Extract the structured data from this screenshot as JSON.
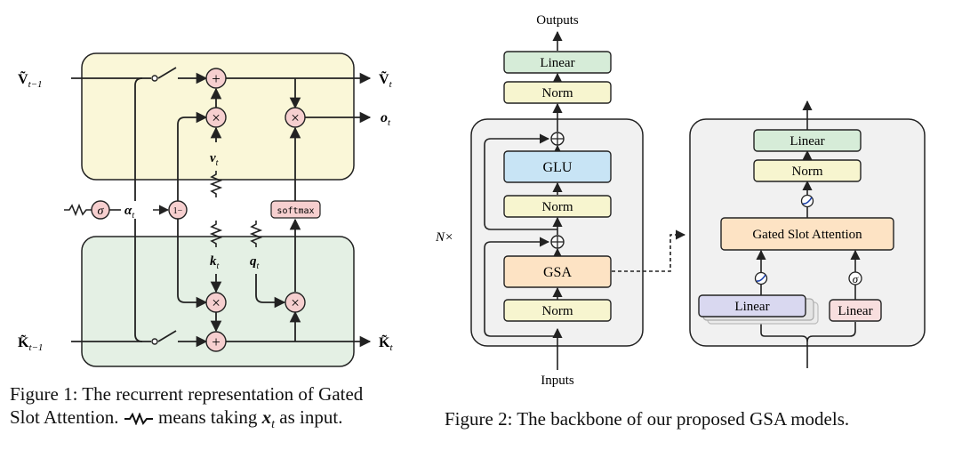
{
  "figure1": {
    "labels": {
      "v_prev": "Ṽ",
      "v_prev_sub": "t−1",
      "v_next": "Ṽ",
      "v_next_sub": "t",
      "k_prev": "K̃",
      "k_prev_sub": "t−1",
      "k_next": "K̃",
      "k_next_sub": "t",
      "o": "o",
      "o_sub": "t",
      "v": "v",
      "v_sub": "t",
      "k": "k",
      "k_sub": "t",
      "q": "q",
      "q_sub": "t",
      "alpha": "α",
      "alpha_sub": "t",
      "sigma": "σ",
      "one_minus": "1−",
      "softmax": "softmax",
      "plus": "+",
      "times": "×"
    },
    "caption": {
      "number": "Figure 1:",
      "line1_rest": " The recurrent representation of Gated",
      "line2_a": "Slot Attention. ",
      "line2_b": " means taking ",
      "line2_var": "x",
      "line2_var_sub": "t",
      "line2_c": " as input."
    }
  },
  "figure2": {
    "outputs": "Outputs",
    "inputs": "Inputs",
    "nx": "N×",
    "left_blocks": {
      "linear": "Linear",
      "norm_top": "Norm",
      "glu": "GLU",
      "norm_mid": "Norm",
      "gsa": "GSA",
      "norm_bottom": "Norm"
    },
    "right_blocks": {
      "linear": "Linear",
      "norm": "Norm",
      "gsa": "Gated Slot Attention",
      "linear_left": "Linear",
      "linear_right": "Linear"
    },
    "sigma": "σ",
    "caption": {
      "number": "Figure 2:",
      "rest": " The backbone of our proposed GSA models."
    }
  },
  "colors": {
    "yellow_panel": "#faf7d8",
    "green_panel": "#e4f0e4",
    "gray_panel": "#f1f1f1",
    "pink_node": "#f6cfcf",
    "green_block": "#d6ecd8",
    "yellow_block": "#f7f5cf",
    "blue_block": "#c8e4f5",
    "orange_block": "#fde3c4",
    "lavender_block": "#d9d8f0",
    "pink_block": "#f8dede",
    "stroke": "#222222"
  }
}
